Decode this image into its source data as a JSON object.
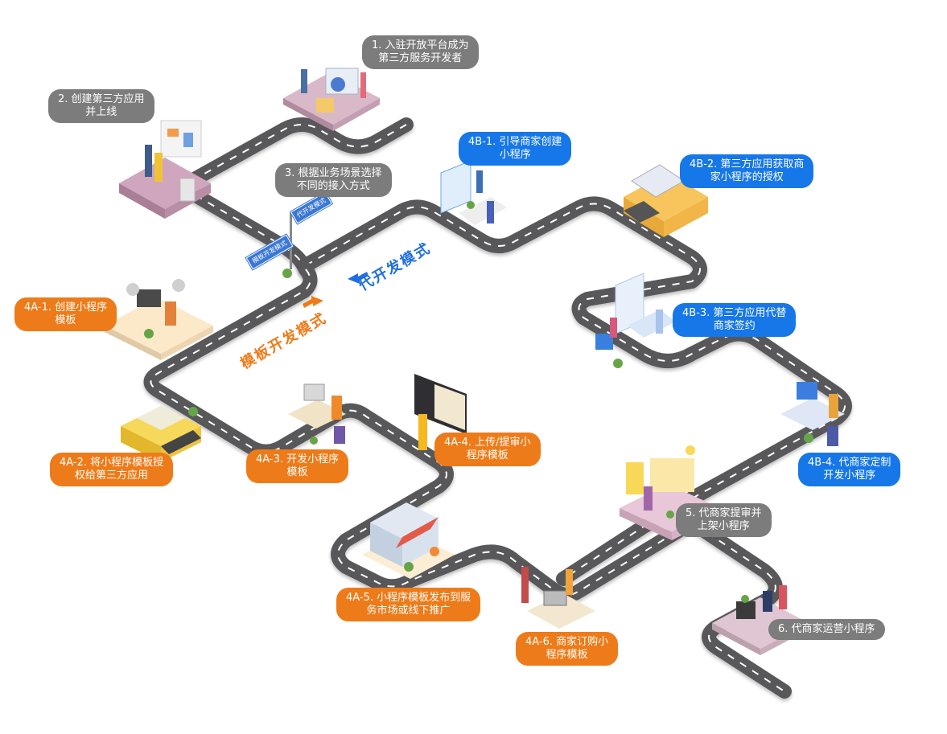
{
  "labels": {
    "s1": {
      "line1": "1. 入驻开放平台成为",
      "line2": "第三方服务开发者"
    },
    "s2": {
      "line1": "2. 创建第三方应用",
      "line2": "并上线"
    },
    "s3": {
      "line1": "3. 根据业务场景选择",
      "line2": "不同的接入方式"
    },
    "b1": {
      "line1": "4B-1. 引导商家创建",
      "line2": "小程序"
    },
    "b2": {
      "line1": "4B-2. 第三方应用获取商",
      "line2": "家小程序的授权"
    },
    "b3": {
      "line1": "4B-3. 第三方应用代替",
      "line2": "商家签约"
    },
    "b4": {
      "line1": "4B-4. 代商家定制",
      "line2": "开发小程序"
    },
    "a1": {
      "line1": "4A-1. 创建小程序",
      "line2": "模板"
    },
    "a2": {
      "line1": "4A-2. 将小程序模板授",
      "line2": "权给第三方应用"
    },
    "a3": {
      "line1": "4A-3. 开发小程序",
      "line2": "模板"
    },
    "a4": {
      "line1": "4A-4. 上传/提审小",
      "line2": "程序模板"
    },
    "a5": {
      "line1": "4A-5. 小程序模板发布到服",
      "line2": "务市场或线下推广"
    },
    "a6": {
      "line1": "4A-6. 商家订购小",
      "line2": "程序模板"
    },
    "s5": {
      "line1": "5. 代商家提审并",
      "line2": "上架小程序"
    },
    "s6": {
      "line1": "6. 代商家运营小程序",
      "line2": ""
    }
  },
  "modes": {
    "proxy": "代开发模式",
    "template": "模板开发模式"
  },
  "signs": {
    "proxy": "代开发模式",
    "template": "模板开发模式"
  },
  "colors": {
    "road": "#58585a",
    "road_dash": "#ffffff",
    "gray_label": "#7c7c7c",
    "blue_label": "#1677e8",
    "orange_label": "#ee7b19"
  }
}
